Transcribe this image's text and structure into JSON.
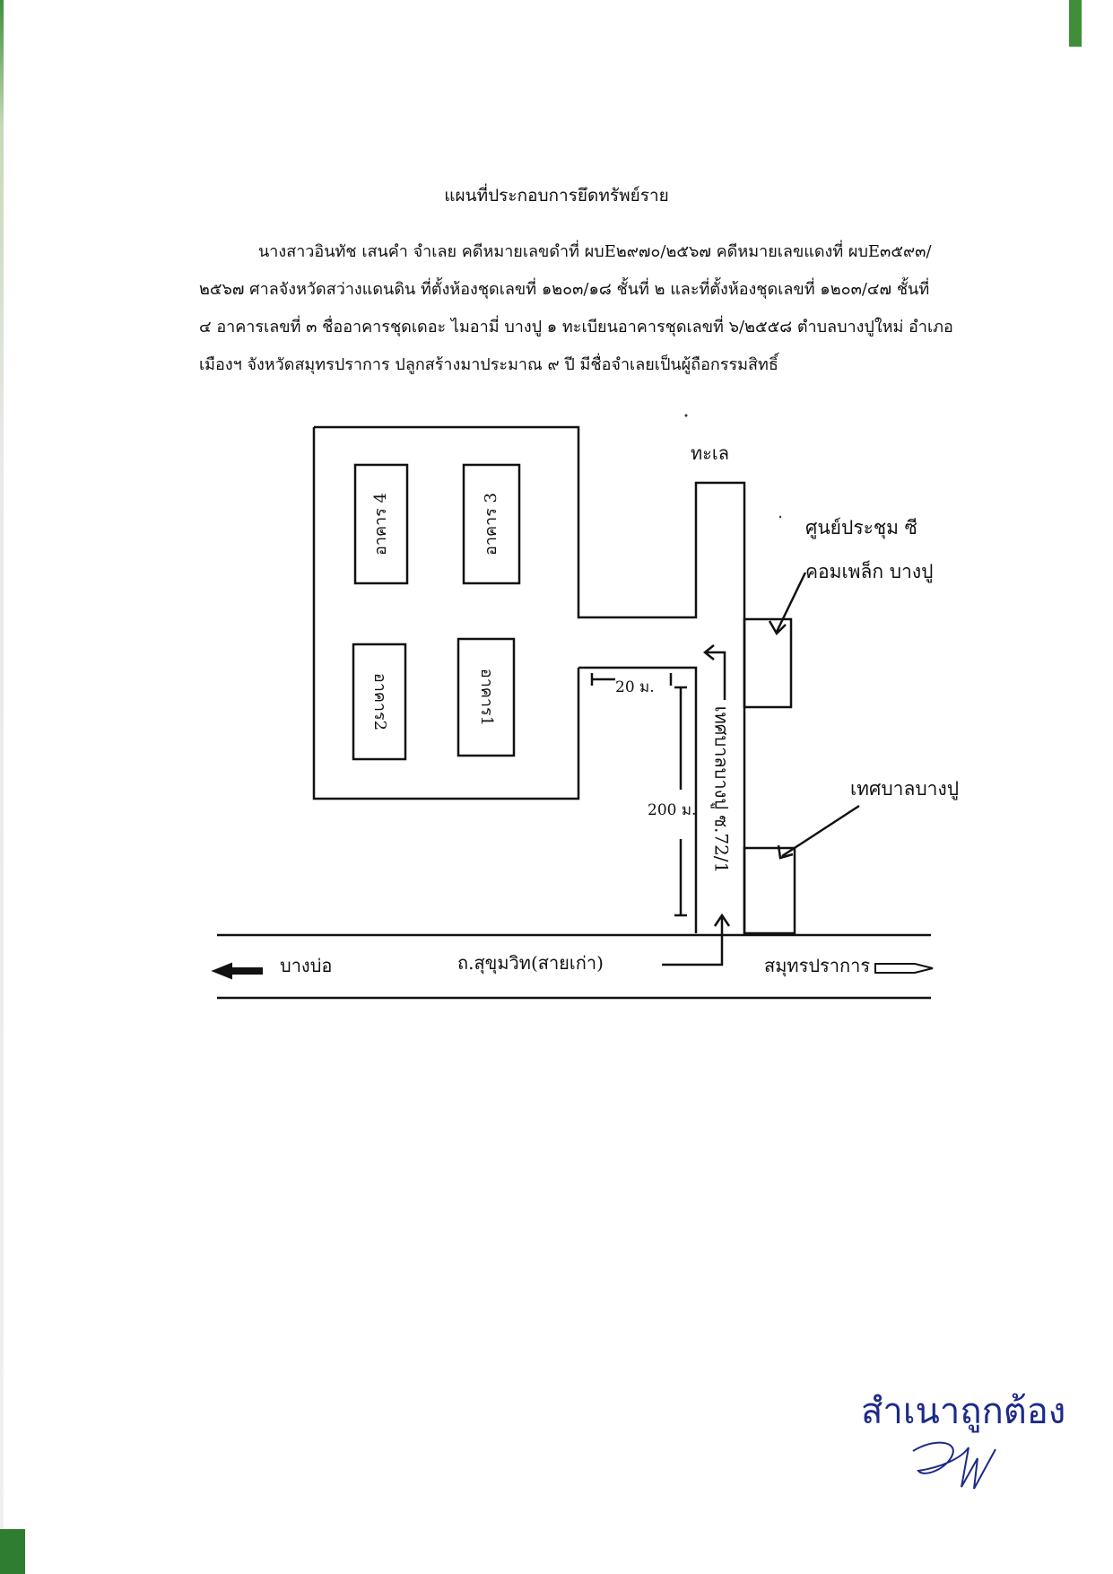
{
  "document": {
    "title": "แผนที่ประกอบการยึดทรัพย์ราย",
    "paragraph": [
      "นางสาวอินทัช เสนคำ จำเลย คดีหมายเลขดำที่ ผบE๒๙๗๐/๒๕๖๗ คดีหมายเลขแดงที่ ผบE๓๕๙๓/",
      "๒๕๖๗ ศาลจังหวัดสว่างแดนดิน ที่ตั้งห้องชุดเลขที่ ๑๒๐๓/๑๘ ชั้นที่ ๒ และที่ตั้งห้องชุดเลขที่ ๑๒๐๓/๔๗ ชั้นที่",
      "๔ อาคารเลขที่ ๓ ชื่ออาคารชุดเดอะ ไมอามี่ บางปู ๑ ทะเบียนอาคารชุดเลขที่ ๖/๒๕๕๘ ตำบลบางปูใหม่ อำเภอ",
      "เมืองฯ จังหวัดสมุทรปราการ ปลูกสร้างมาประมาณ ๙ ปี มีชื่อจำเลยเป็นผู้ถือกรรมสิทธิ์"
    ]
  },
  "map": {
    "sea_label": "ทะเล",
    "building_4": "อาคาร 4",
    "building_3": "อาคาร 3",
    "building_2": "อาคาร2",
    "building_1": "อาคาร1",
    "dim_width": "20 ม.",
    "dim_length": "200 ม.",
    "side_road": "เทศบาลบางปู ซ.72/1",
    "convention_center_line1": "ศูนย์ประชุม ซี",
    "convention_center_line2": "คอมเพล็ก บางปู",
    "municipality": "เทศบาลบางปู",
    "main_road": "ถ.สุขุมวิท(สายเก่า)",
    "dir_left": "บางบ่อ",
    "dir_right": "สมุทรปราการ"
  },
  "stamp": {
    "certified_copy": "สำเนาถูกต้อง"
  },
  "colors": {
    "stamp_ink": "#1d2a8a",
    "edge_green": "#3f8f3a"
  }
}
